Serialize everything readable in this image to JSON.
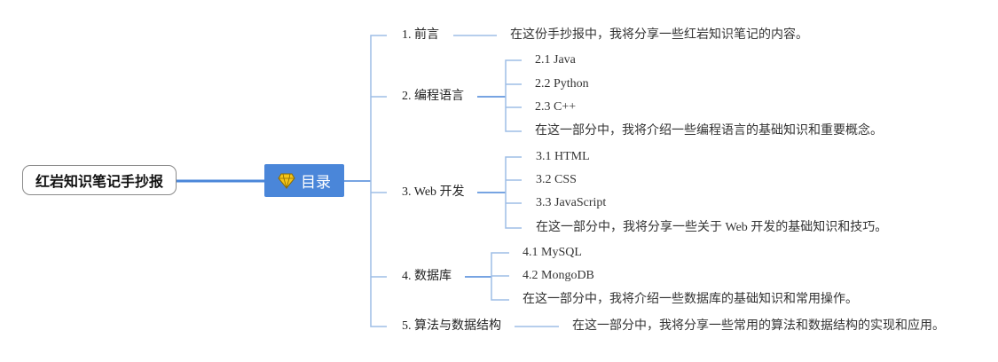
{
  "root": {
    "title": "红岩知识笔记手抄报"
  },
  "main": {
    "label": "目录",
    "icon": "gem-icon"
  },
  "sections": [
    {
      "label": "1. 前言",
      "children": [
        "在这份手抄报中，我将分享一些红岩知识笔记的内容。"
      ]
    },
    {
      "label": "2. 编程语言",
      "children": [
        "2.1 Java",
        "2.2 Python",
        "2.3 C++",
        "在这一部分中，我将介绍一些编程语言的基础知识和重要概念。"
      ]
    },
    {
      "label": "3. Web 开发",
      "children": [
        "3.1 HTML",
        "3.2 CSS",
        "3.3 JavaScript",
        "在这一部分中，我将分享一些关于 Web 开发的基础知识和技巧。"
      ]
    },
    {
      "label": "4. 数据库",
      "children": [
        "4.1 MySQL",
        "4.2 MongoDB",
        "在这一部分中，我将介绍一些数据库的基础知识和常用操作。"
      ]
    },
    {
      "label": "5. 算法与数据结构",
      "children": [
        "在这一部分中，我将分享一些常用的算法和数据结构的实现和应用。"
      ]
    }
  ],
  "colors": {
    "accent": "#4a86d9",
    "line": "#9ebde6",
    "root_border": "#8a8a8a"
  }
}
